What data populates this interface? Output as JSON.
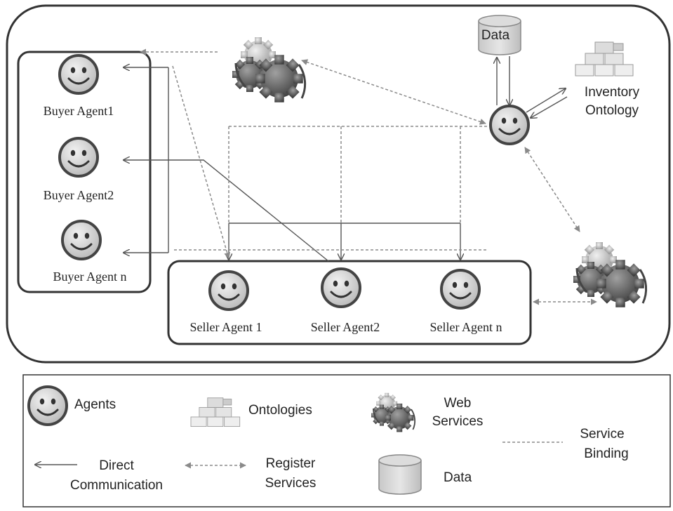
{
  "data_store": {
    "label": "Data"
  },
  "ontology": {
    "label_line1": "Inventory",
    "label_line2": "Ontology"
  },
  "buyers": [
    {
      "label": "Buyer Agent1"
    },
    {
      "label": "Buyer Agent2"
    },
    {
      "label": "Buyer Agent n"
    }
  ],
  "sellers": [
    {
      "label": "Seller Agent 1"
    },
    {
      "label": "Seller Agent2"
    },
    {
      "label": "Seller Agent n"
    }
  ],
  "legend": {
    "agents": "Agents",
    "ontologies": "Ontologies",
    "web_services_line1": "Web",
    "web_services_line2": "Services",
    "service_binding_line1": "Service",
    "service_binding_line2": "Binding",
    "direct_line1": "Direct",
    "direct_line2": "Communication",
    "register_line1": "Register",
    "register_line2": "Services",
    "data": "Data"
  },
  "colors": {
    "line": "#555555",
    "dotted": "#8a8a8a",
    "face": "#d8d8d8",
    "dark_gear": "#6a6a6a",
    "light_gear": "#c8c8c8"
  }
}
